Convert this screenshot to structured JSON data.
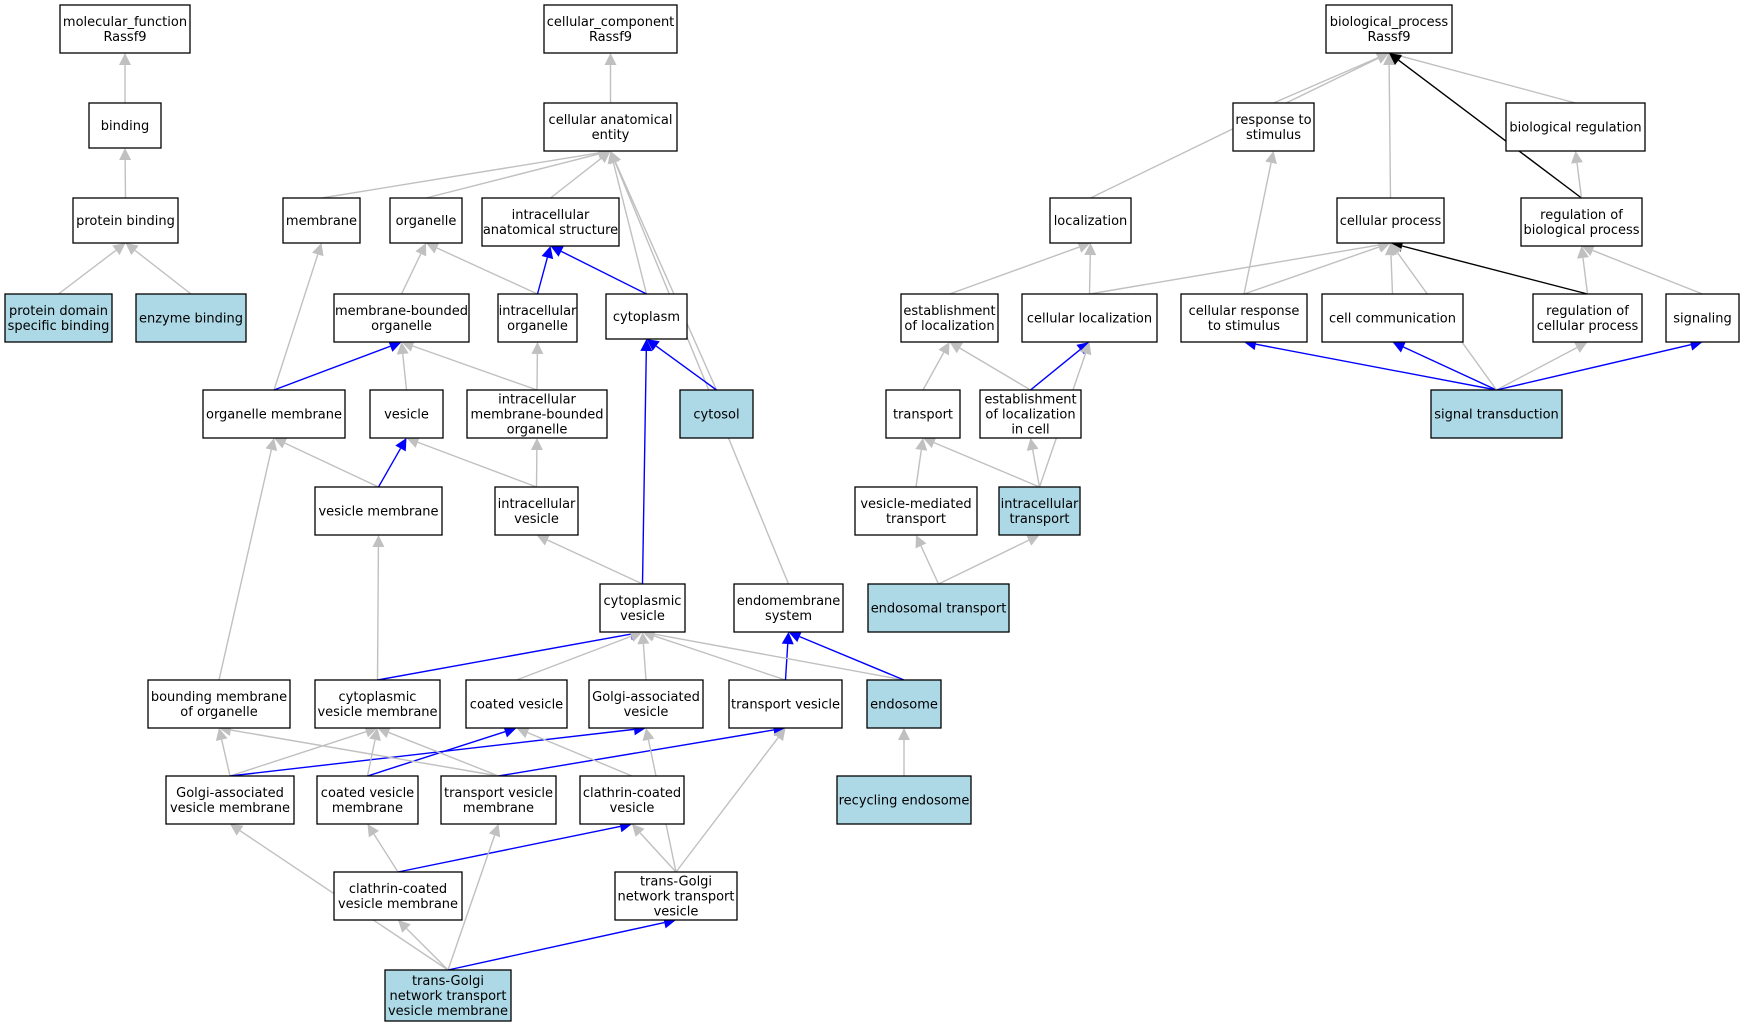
{
  "colors": {
    "highlight_fill": "#add8e6",
    "default_fill": "#ffffff",
    "edge_gray": "#c0c0c0",
    "edge_blue": "#0000ff",
    "edge_black": "#000000"
  },
  "nodes": [
    {
      "id": "mf",
      "lines": [
        "molecular_function",
        "Rassf9"
      ],
      "hl": false
    },
    {
      "id": "binding",
      "lines": [
        "binding"
      ],
      "hl": false
    },
    {
      "id": "protein_binding",
      "lines": [
        "protein binding"
      ],
      "hl": false
    },
    {
      "id": "pdsb",
      "lines": [
        "protein domain",
        "specific binding"
      ],
      "hl": true
    },
    {
      "id": "enzyme_binding",
      "lines": [
        "enzyme binding"
      ],
      "hl": true
    },
    {
      "id": "cc",
      "lines": [
        "cellular_component",
        "Rassf9"
      ],
      "hl": false
    },
    {
      "id": "cae",
      "lines": [
        "cellular anatomical",
        "entity"
      ],
      "hl": false
    },
    {
      "id": "membrane",
      "lines": [
        "membrane"
      ],
      "hl": false
    },
    {
      "id": "organelle",
      "lines": [
        "organelle"
      ],
      "hl": false
    },
    {
      "id": "ias",
      "lines": [
        "intracellular",
        "anatomical structure"
      ],
      "hl": false
    },
    {
      "id": "mbo",
      "lines": [
        "membrane-bounded",
        "organelle"
      ],
      "hl": false
    },
    {
      "id": "io",
      "lines": [
        "intracellular",
        "organelle"
      ],
      "hl": false
    },
    {
      "id": "cytoplasm",
      "lines": [
        "cytoplasm"
      ],
      "hl": false
    },
    {
      "id": "om",
      "lines": [
        "organelle membrane"
      ],
      "hl": false
    },
    {
      "id": "vesicle",
      "lines": [
        "vesicle"
      ],
      "hl": false
    },
    {
      "id": "imbo",
      "lines": [
        "intracellular",
        "membrane-bounded",
        "organelle"
      ],
      "hl": false
    },
    {
      "id": "cytosol",
      "lines": [
        "cytosol"
      ],
      "hl": true
    },
    {
      "id": "vm",
      "lines": [
        "vesicle membrane"
      ],
      "hl": false
    },
    {
      "id": "iv",
      "lines": [
        "intracellular",
        "vesicle"
      ],
      "hl": false
    },
    {
      "id": "cv",
      "lines": [
        "cytoplasmic",
        "vesicle"
      ],
      "hl": false
    },
    {
      "id": "es",
      "lines": [
        "endomembrane",
        "system"
      ],
      "hl": false
    },
    {
      "id": "bmo",
      "lines": [
        "bounding membrane",
        "of organelle"
      ],
      "hl": false
    },
    {
      "id": "cvm",
      "lines": [
        "cytoplasmic",
        "vesicle membrane"
      ],
      "hl": false
    },
    {
      "id": "coated",
      "lines": [
        "coated vesicle"
      ],
      "hl": false
    },
    {
      "id": "gav",
      "lines": [
        "Golgi-associated",
        "vesicle"
      ],
      "hl": false
    },
    {
      "id": "tv",
      "lines": [
        "transport vesicle"
      ],
      "hl": false
    },
    {
      "id": "endosome",
      "lines": [
        "endosome"
      ],
      "hl": true
    },
    {
      "id": "gavm",
      "lines": [
        "Golgi-associated",
        "vesicle membrane"
      ],
      "hl": false
    },
    {
      "id": "coatedm",
      "lines": [
        "coated vesicle",
        "membrane"
      ],
      "hl": false
    },
    {
      "id": "tvm",
      "lines": [
        "transport vesicle",
        "membrane"
      ],
      "hl": false
    },
    {
      "id": "ccv",
      "lines": [
        "clathrin-coated",
        "vesicle"
      ],
      "hl": false
    },
    {
      "id": "recycling",
      "lines": [
        "recycling endosome"
      ],
      "hl": true
    },
    {
      "id": "ccvm",
      "lines": [
        "clathrin-coated",
        "vesicle membrane"
      ],
      "hl": false
    },
    {
      "id": "tgntv",
      "lines": [
        "trans-Golgi",
        "network transport",
        "vesicle"
      ],
      "hl": false
    },
    {
      "id": "tgntvm",
      "lines": [
        "trans-Golgi",
        "network transport",
        "vesicle membrane"
      ],
      "hl": true
    },
    {
      "id": "bp",
      "lines": [
        "biological_process",
        "Rassf9"
      ],
      "hl": false
    },
    {
      "id": "rts",
      "lines": [
        "response to",
        "stimulus"
      ],
      "hl": false
    },
    {
      "id": "breg",
      "lines": [
        "biological regulation"
      ],
      "hl": false
    },
    {
      "id": "loc",
      "lines": [
        "localization"
      ],
      "hl": false
    },
    {
      "id": "cp",
      "lines": [
        "cellular process"
      ],
      "hl": false
    },
    {
      "id": "rbp",
      "lines": [
        "regulation of",
        "biological process"
      ],
      "hl": false
    },
    {
      "id": "eol",
      "lines": [
        "establishment",
        "of localization"
      ],
      "hl": false
    },
    {
      "id": "cl",
      "lines": [
        "cellular localization"
      ],
      "hl": false
    },
    {
      "id": "crs",
      "lines": [
        "cellular response",
        "to stimulus"
      ],
      "hl": false
    },
    {
      "id": "cc2",
      "lines": [
        "cell communication"
      ],
      "hl": false
    },
    {
      "id": "rcp",
      "lines": [
        "regulation of",
        "cellular process"
      ],
      "hl": false
    },
    {
      "id": "signaling",
      "lines": [
        "signaling"
      ],
      "hl": false
    },
    {
      "id": "transport",
      "lines": [
        "transport"
      ],
      "hl": false
    },
    {
      "id": "eolc",
      "lines": [
        "establishment",
        "of localization",
        "in cell"
      ],
      "hl": false
    },
    {
      "id": "st",
      "lines": [
        "signal transduction"
      ],
      "hl": true
    },
    {
      "id": "vmt",
      "lines": [
        "vesicle-mediated",
        "transport"
      ],
      "hl": false
    },
    {
      "id": "it",
      "lines": [
        "intracellular",
        "transport"
      ],
      "hl": true
    },
    {
      "id": "et",
      "lines": [
        "endosomal transport"
      ],
      "hl": true
    }
  ],
  "edges": [
    [
      "binding",
      "mf",
      "gray"
    ],
    [
      "protein_binding",
      "binding",
      "gray"
    ],
    [
      "pdsb",
      "protein_binding",
      "gray"
    ],
    [
      "enzyme_binding",
      "protein_binding",
      "gray"
    ],
    [
      "cae",
      "cc",
      "gray"
    ],
    [
      "membrane",
      "cae",
      "gray"
    ],
    [
      "organelle",
      "cae",
      "gray"
    ],
    [
      "ias",
      "cae",
      "gray"
    ],
    [
      "cytoplasm",
      "cae",
      "gray"
    ],
    [
      "cytosol",
      "cae",
      "gray"
    ],
    [
      "es",
      "cae",
      "gray"
    ],
    [
      "mbo",
      "organelle",
      "gray"
    ],
    [
      "io",
      "organelle",
      "gray"
    ],
    [
      "io",
      "ias",
      "blue"
    ],
    [
      "cytoplasm",
      "ias",
      "blue"
    ],
    [
      "om",
      "membrane",
      "gray"
    ],
    [
      "om",
      "mbo",
      "blue"
    ],
    [
      "vesicle",
      "mbo",
      "gray"
    ],
    [
      "imbo",
      "mbo",
      "gray"
    ],
    [
      "imbo",
      "io",
      "gray"
    ],
    [
      "cytosol",
      "cytoplasm",
      "blue"
    ],
    [
      "vm",
      "om",
      "gray"
    ],
    [
      "vm",
      "vesicle",
      "blue"
    ],
    [
      "iv",
      "vesicle",
      "gray"
    ],
    [
      "iv",
      "imbo",
      "gray"
    ],
    [
      "cv",
      "iv",
      "gray"
    ],
    [
      "cv",
      "cytoplasm",
      "blue"
    ],
    [
      "bmo",
      "om",
      "gray"
    ],
    [
      "cvm",
      "vm",
      "gray"
    ],
    [
      "cvm",
      "cv",
      "blue"
    ],
    [
      "coated",
      "cv",
      "gray"
    ],
    [
      "gav",
      "cv",
      "gray"
    ],
    [
      "tv",
      "cv",
      "gray"
    ],
    [
      "tv",
      "es",
      "blue"
    ],
    [
      "endosome",
      "cv",
      "gray"
    ],
    [
      "endosome",
      "es",
      "blue"
    ],
    [
      "gavm",
      "bmo",
      "gray"
    ],
    [
      "gavm",
      "cvm",
      "gray"
    ],
    [
      "gavm",
      "gav",
      "blue"
    ],
    [
      "coatedm",
      "cvm",
      "gray"
    ],
    [
      "coatedm",
      "coated",
      "blue"
    ],
    [
      "tvm",
      "bmo",
      "gray"
    ],
    [
      "tvm",
      "cvm",
      "gray"
    ],
    [
      "tvm",
      "tv",
      "blue"
    ],
    [
      "ccv",
      "coated",
      "gray"
    ],
    [
      "recycling",
      "endosome",
      "gray"
    ],
    [
      "ccvm",
      "coatedm",
      "gray"
    ],
    [
      "ccvm",
      "ccv",
      "blue"
    ],
    [
      "tgntv",
      "ccv",
      "gray"
    ],
    [
      "tgntv",
      "gav",
      "gray"
    ],
    [
      "tgntv",
      "tv",
      "gray"
    ],
    [
      "tgntvm",
      "gavm",
      "gray"
    ],
    [
      "tgntvm",
      "tvm",
      "gray"
    ],
    [
      "tgntvm",
      "ccvm",
      "gray"
    ],
    [
      "tgntvm",
      "tgntv",
      "blue"
    ],
    [
      "rts",
      "bp",
      "gray"
    ],
    [
      "breg",
      "bp",
      "gray"
    ],
    [
      "loc",
      "bp",
      "gray"
    ],
    [
      "cp",
      "bp",
      "gray"
    ],
    [
      "rbp",
      "bp",
      "black"
    ],
    [
      "rbp",
      "breg",
      "gray"
    ],
    [
      "eol",
      "loc",
      "gray"
    ],
    [
      "cl",
      "loc",
      "gray"
    ],
    [
      "cl",
      "cp",
      "gray"
    ],
    [
      "crs",
      "rts",
      "gray"
    ],
    [
      "crs",
      "cp",
      "gray"
    ],
    [
      "cc2",
      "cp",
      "gray"
    ],
    [
      "rcp",
      "cp",
      "black"
    ],
    [
      "rcp",
      "rbp",
      "gray"
    ],
    [
      "signaling",
      "rbp",
      "gray"
    ],
    [
      "transport",
      "eol",
      "gray"
    ],
    [
      "eolc",
      "eol",
      "gray"
    ],
    [
      "eolc",
      "cl",
      "blue"
    ],
    [
      "st",
      "crs",
      "blue"
    ],
    [
      "st",
      "cc2",
      "blue"
    ],
    [
      "st",
      "rcp",
      "gray"
    ],
    [
      "st",
      "signaling",
      "blue"
    ],
    [
      "st",
      "cp",
      "gray"
    ],
    [
      "vmt",
      "transport",
      "gray"
    ],
    [
      "it",
      "transport",
      "gray"
    ],
    [
      "it",
      "eolc",
      "gray"
    ],
    [
      "it",
      "cl",
      "gray"
    ],
    [
      "et",
      "vmt",
      "gray"
    ],
    [
      "et",
      "it",
      "gray"
    ]
  ]
}
